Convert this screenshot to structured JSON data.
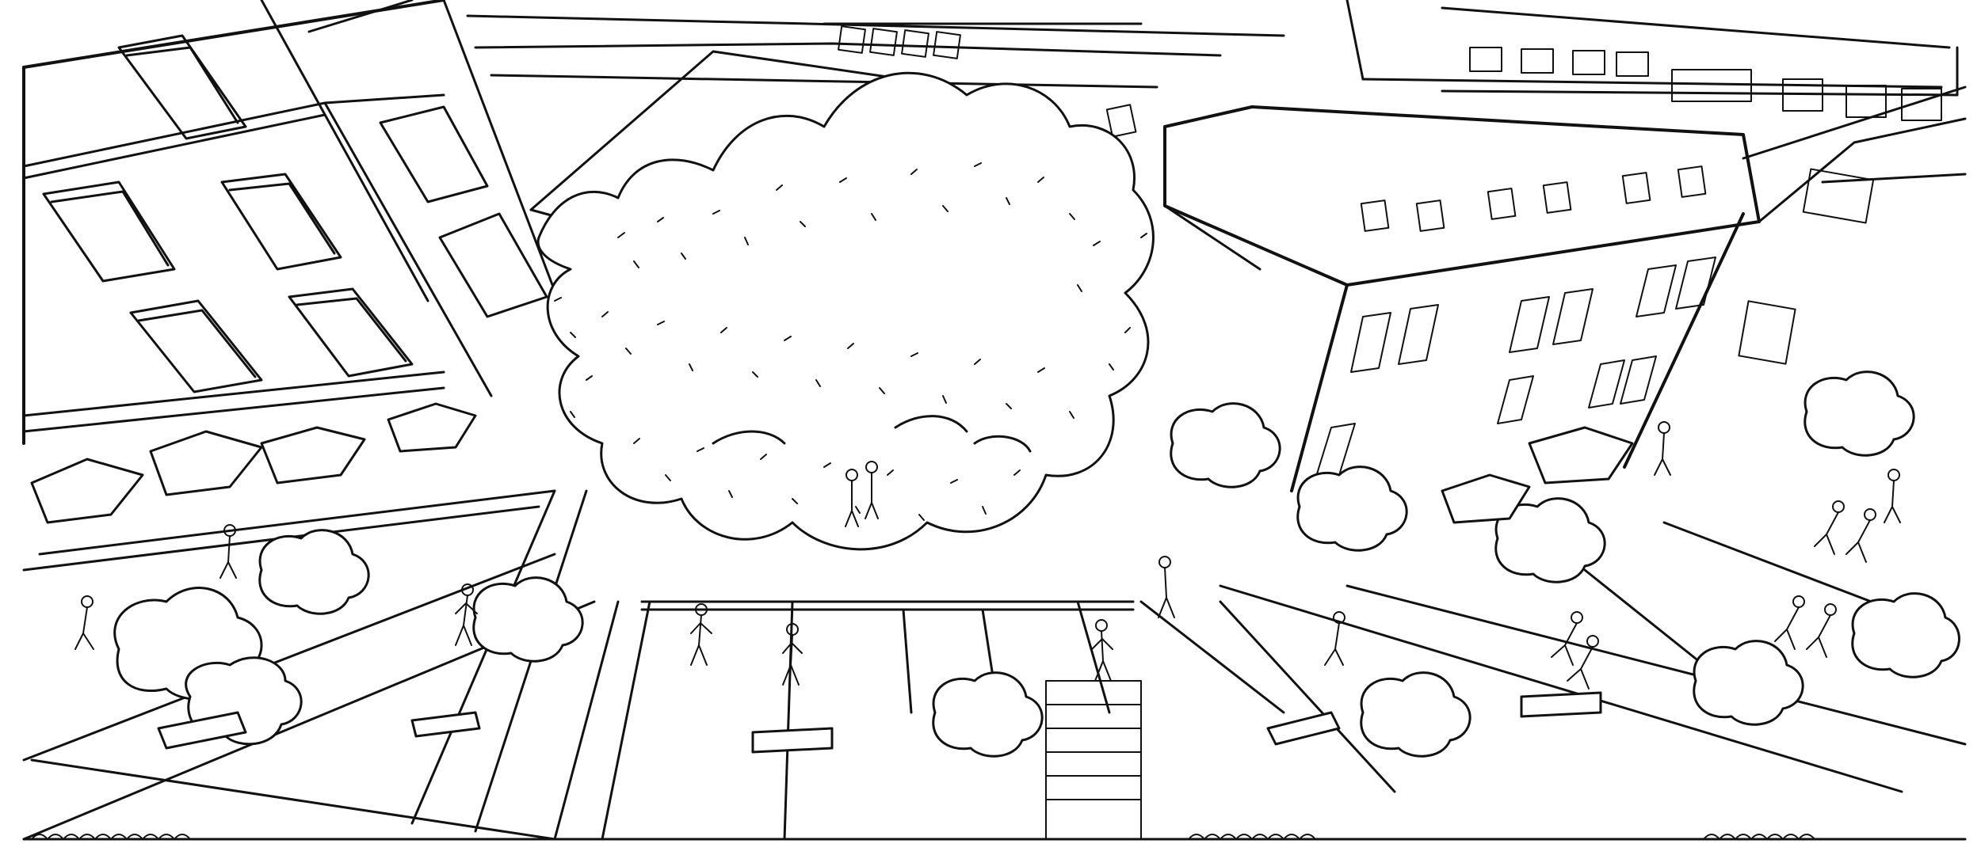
{
  "image": {
    "kind": "hand-drawn aerial sketch",
    "ink_color": "#111111",
    "paper_color": "#ffffff"
  },
  "scene": {
    "left_building": {
      "name": "left-building"
    },
    "far_buildings": {
      "name": "far-buildings"
    },
    "right_building": {
      "name": "right-building"
    },
    "central_grove": {
      "name": "central-tree-grove"
    },
    "left_terrace": {
      "name": "cafe-terrace"
    },
    "right_terrace": {
      "name": "right-cafe-terrace"
    },
    "plaza_paving": {
      "name": "plaza-paving"
    },
    "street_trees": {
      "name": "street-tree-rows"
    },
    "people": {
      "name": "pedestrians"
    },
    "benches": {
      "name": "benches"
    }
  }
}
